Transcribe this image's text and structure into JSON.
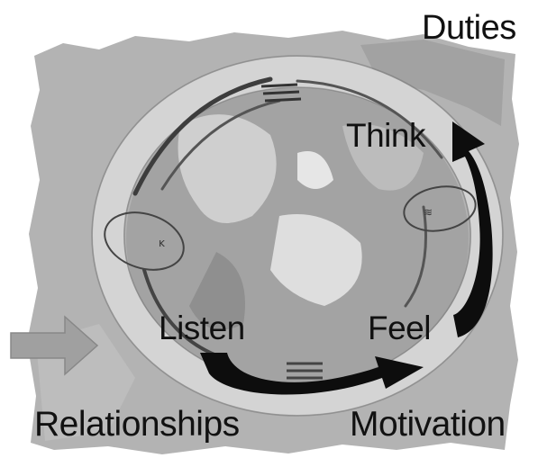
{
  "diagram": {
    "labels": {
      "duties": "Duties",
      "think": "Think",
      "listen": "Listen",
      "feel": "Feel",
      "relationships": "Relationships",
      "motivation": "Motivation"
    },
    "colors": {
      "background_paper": "#b3b3b3",
      "ring": "#d6d6d6",
      "globe": "#9a9a9a",
      "arrows": "#0d0d0d",
      "input_arrow": "#a0a0a0",
      "text": "#111111"
    },
    "icons": [
      "cycle-ring-icon",
      "globe-icon",
      "curved-arrow-icon",
      "input-arrow-icon"
    ]
  }
}
